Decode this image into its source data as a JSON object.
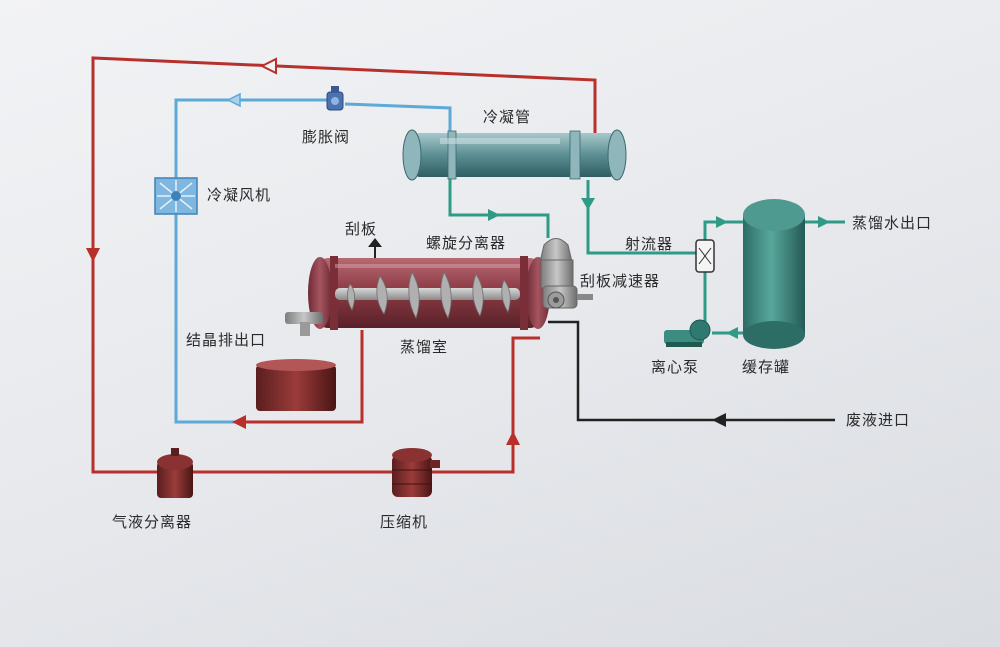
{
  "colors": {
    "hot_line": "#b8302b",
    "cool_line": "#5ea9d6",
    "water_line": "#2f9a86",
    "feed_line": "#222222",
    "drum": "#8d3b45",
    "tank": "#3f8f86",
    "condenser": "#5b8f93"
  },
  "labels": {
    "condenser_tube": "冷凝管",
    "expansion_valve": "膨胀阀",
    "condenser_fan": "冷凝风机",
    "scraper": "刮板",
    "spiral_separator": "螺旋分离器",
    "ejector": "射流器",
    "distilled_water_outlet": "蒸馏水出口",
    "scraper_reducer": "刮板减速器",
    "crystal_outlet": "结晶排出口",
    "distillation_chamber": "蒸馏室",
    "centrifugal_pump": "离心泵",
    "buffer_tank": "缓存罐",
    "waste_inlet": "废液进口",
    "gas_liquid_separator": "气液分离器",
    "compressor": "压缩机"
  }
}
